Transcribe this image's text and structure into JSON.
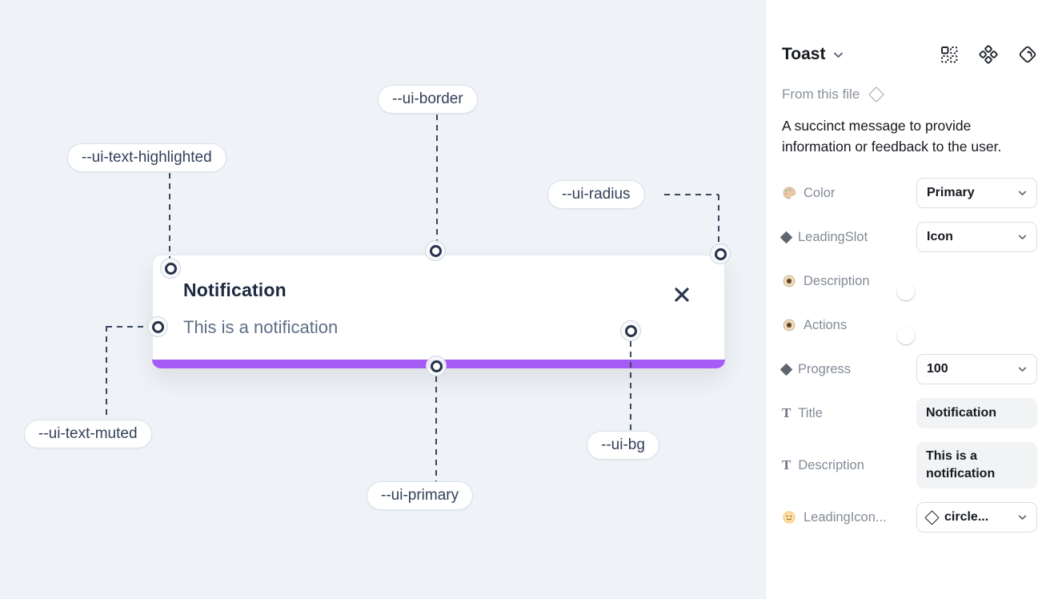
{
  "canvas": {
    "toast": {
      "title": "Notification",
      "description": "This is a notification"
    },
    "labels": [
      {
        "id": "ui-border",
        "text": "--ui-border"
      },
      {
        "id": "ui-text-highlighted",
        "text": "--ui-text-highlighted"
      },
      {
        "id": "ui-radius",
        "text": "--ui-radius"
      },
      {
        "id": "ui-text-muted",
        "text": "--ui-text-muted"
      },
      {
        "id": "ui-primary",
        "text": "--ui-primary"
      },
      {
        "id": "ui-bg",
        "text": "--ui-bg"
      }
    ],
    "colors": {
      "primary_bar": "#a55bf6",
      "canvas_bg": "#eff2f6",
      "toggle_on": "#1e9cf2"
    }
  },
  "panel": {
    "title": "Toast",
    "source": "From this file",
    "description": "A succinct message to provide information or feedback to the user.",
    "header_icons": [
      "component-grid-icon",
      "component-diamonds-icon",
      "reset-instance-icon"
    ],
    "properties": [
      {
        "icon": "palette-icon",
        "label": "Color",
        "control": "dropdown",
        "value": "Primary"
      },
      {
        "icon": "diamond-icon",
        "label": "LeadingSlot",
        "control": "dropdown",
        "value": "Icon"
      },
      {
        "icon": "eye-icon",
        "label": "Description",
        "control": "toggle",
        "value": true
      },
      {
        "icon": "eye-icon",
        "label": "Actions",
        "control": "toggle",
        "value": true
      },
      {
        "icon": "diamond-icon",
        "label": "Progress",
        "control": "dropdown",
        "value": "100"
      },
      {
        "icon": "text-icon",
        "label": "Title",
        "control": "text",
        "value": "Notification"
      },
      {
        "icon": "text-icon",
        "label": "Description",
        "control": "text",
        "value": "This is a notification"
      },
      {
        "icon": "smiley-icon",
        "label": "LeadingIcon...",
        "control": "icon-dropdown",
        "value": "circle..."
      }
    ]
  }
}
